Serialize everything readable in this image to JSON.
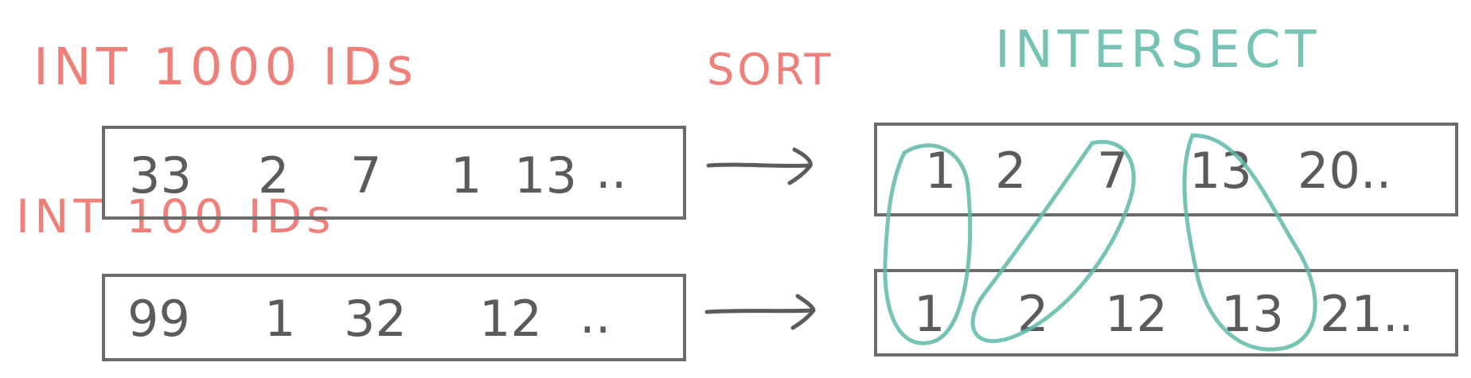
{
  "labels": {
    "top": "INT 1000 IDs",
    "bottom": "INT 100 IDs",
    "sort": "SORT",
    "intersect": "INTERSECT"
  },
  "left_top_values": [
    "33",
    "2",
    "7",
    "1",
    "13",
    ".."
  ],
  "left_bottom_values": [
    "99",
    "1",
    "32",
    "12",
    ".."
  ],
  "right_top_values": [
    "1",
    "2",
    "7",
    "13",
    "20.."
  ],
  "right_bottom_values": [
    "1",
    "2",
    "12",
    "13",
    "21.."
  ],
  "colors": {
    "red": "#ec6b62",
    "teal": "#5fb8a8",
    "box": "#6b6b6b",
    "text": "#4a4a4a"
  }
}
